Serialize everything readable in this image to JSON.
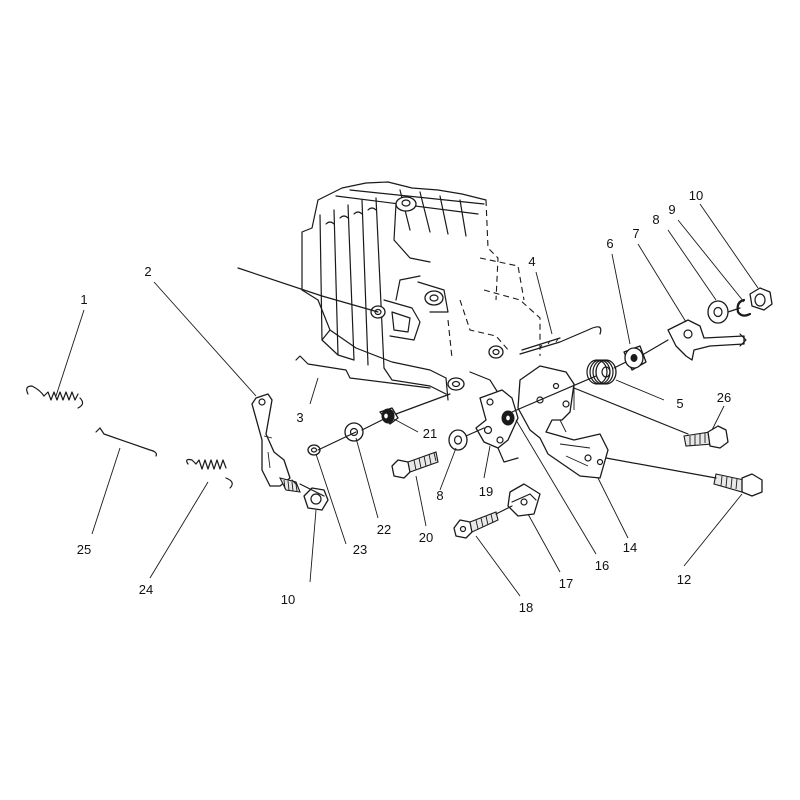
{
  "diagram": {
    "callouts": [
      "1",
      "2",
      "3",
      "4",
      "5",
      "6",
      "7",
      "8",
      "9",
      "10",
      "26",
      "21",
      "22",
      "23",
      "8",
      "19",
      "20",
      "10",
      "24",
      "25",
      "16",
      "17",
      "18",
      "14",
      "12"
    ]
  }
}
